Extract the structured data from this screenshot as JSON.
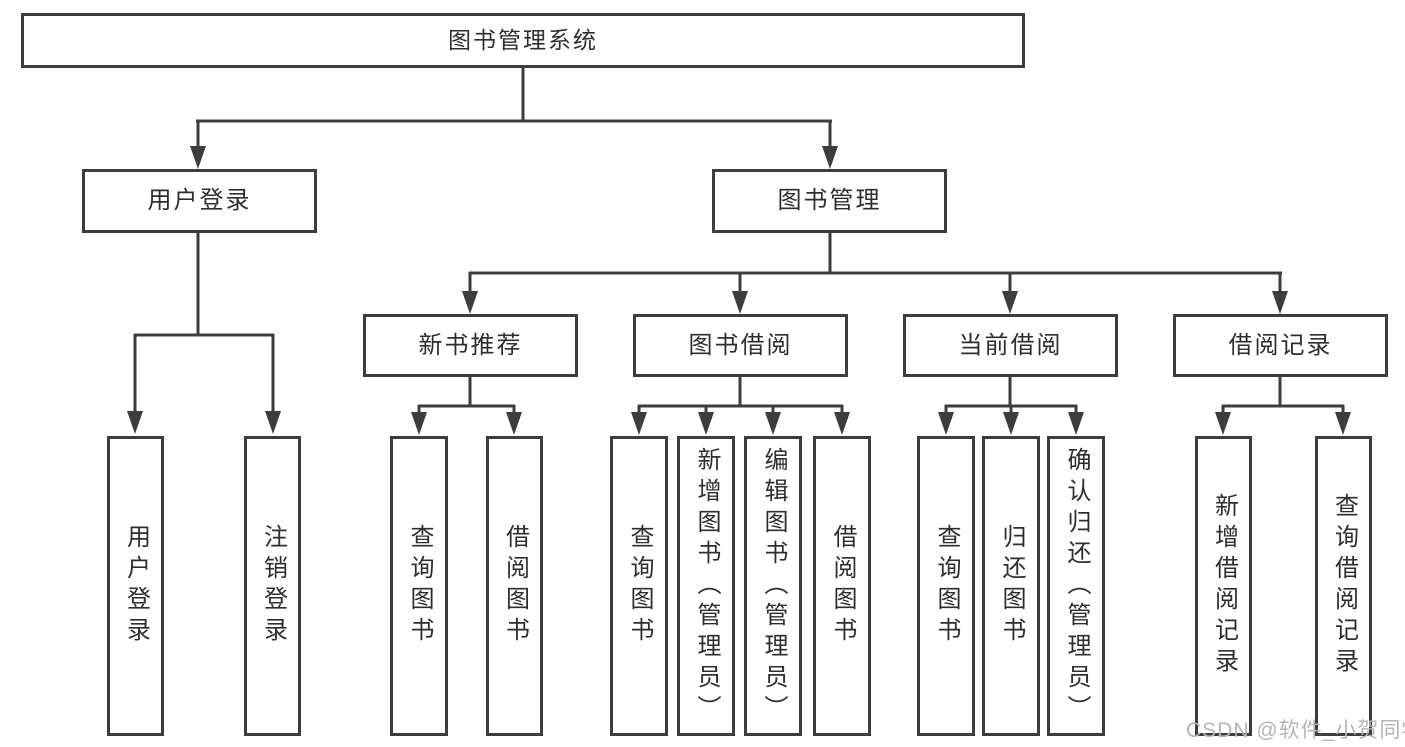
{
  "colors": {
    "line": "#3d3d3d",
    "text": "#2e2e2e",
    "background": "#ffffff",
    "watermark": "#b5b5b5"
  },
  "watermark": {
    "text": "CSDN @软件_小贺同学"
  },
  "tree": {
    "root": {
      "label": "图书管理系统",
      "children": [
        {
          "label": "用户登录",
          "children": [
            {
              "label": "用户登录"
            },
            {
              "label": "注销登录"
            }
          ]
        },
        {
          "label": "图书管理",
          "children": [
            {
              "label": "新书推荐",
              "children": [
                {
                  "label": "查询图书"
                },
                {
                  "label": "借阅图书"
                }
              ]
            },
            {
              "label": "图书借阅",
              "children": [
                {
                  "label": "查询图书"
                },
                {
                  "label": "新增图书（管理员）"
                },
                {
                  "label": "编辑图书（管理员）"
                },
                {
                  "label": "借阅图书"
                }
              ]
            },
            {
              "label": "当前借阅",
              "children": [
                {
                  "label": "查询图书"
                },
                {
                  "label": "归还图书"
                },
                {
                  "label": "确认归还（管理员）"
                }
              ]
            },
            {
              "label": "借阅记录",
              "children": [
                {
                  "label": "新增借阅记录"
                },
                {
                  "label": "查询借阅记录"
                }
              ]
            }
          ]
        }
      ]
    }
  }
}
